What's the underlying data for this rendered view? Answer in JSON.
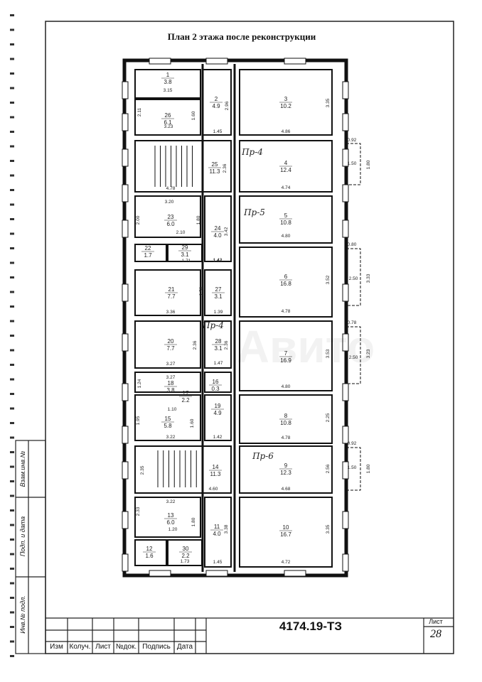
{
  "title": "План 2 этажа после реконструкции",
  "document_code": "4174.19-ТЗ",
  "sheet": {
    "label": "Лист",
    "number": "28"
  },
  "stamp_headers": [
    "Изм",
    "Колуч.",
    "Лист",
    "№док.",
    "Подпись",
    "Дата"
  ],
  "side_labels": [
    "Инв.№ подл.",
    "Подп. и дата",
    "Взам.инв.№"
  ],
  "watermark": "Авито",
  "rooms": [
    {
      "num": "1",
      "area": "3.8"
    },
    {
      "num": "2",
      "area": "4.9"
    },
    {
      "num": "3",
      "area": "10.2"
    },
    {
      "num": "4",
      "area": "12.4"
    },
    {
      "num": "5",
      "area": "10.8"
    },
    {
      "num": "6",
      "area": "16.8"
    },
    {
      "num": "7",
      "area": "16.9"
    },
    {
      "num": "8",
      "area": "10.8"
    },
    {
      "num": "9",
      "area": "12.3"
    },
    {
      "num": "10",
      "area": "16.7"
    },
    {
      "num": "11",
      "area": "4.0"
    },
    {
      "num": "12",
      "area": "1.6"
    },
    {
      "num": "13",
      "area": "6.0"
    },
    {
      "num": "14",
      "area": "11.3"
    },
    {
      "num": "15",
      "area": "5.8"
    },
    {
      "num": "16",
      "area": "0.3"
    },
    {
      "num": "17",
      "area": "2.2"
    },
    {
      "num": "18",
      "area": "3.8"
    },
    {
      "num": "19",
      "area": "4.9"
    },
    {
      "num": "20",
      "area": "7.7"
    },
    {
      "num": "21",
      "area": "7.7"
    },
    {
      "num": "22",
      "area": "1.7"
    },
    {
      "num": "23",
      "area": "6.0"
    },
    {
      "num": "24",
      "area": "4.0"
    },
    {
      "num": "25",
      "area": "11.3"
    },
    {
      "num": "26",
      "area": "6.1"
    },
    {
      "num": "27",
      "area": "3.1"
    },
    {
      "num": "28",
      "area": "3.1"
    },
    {
      "num": "29",
      "area": "3.1"
    },
    {
      "num": "30",
      "area": "2.2"
    }
  ],
  "dimensions": [
    "3.15",
    "3.23",
    "1.45",
    "4.86",
    "4.78",
    "4.74",
    "3.20",
    "2.10",
    "4.80",
    "1.42",
    "1.71",
    "1.44",
    "4.78",
    "3.36",
    "1.39",
    "3.27",
    "1.47",
    "4.80",
    "3.27",
    "1.10",
    "3.22",
    "1.42",
    "4.78",
    "4.60",
    "4.68",
    "3.22",
    "1.20",
    "1.73",
    "1.45",
    "4.72",
    "2.11",
    "1.60",
    "3.35",
    "2.36",
    "2.96",
    "2.00",
    "1.80",
    "3.42",
    "3.52",
    "2.58",
    "2.36",
    "2.36",
    "3.53",
    "1.24",
    "1.95",
    "1.60",
    "2.25",
    "2.35",
    "2.56",
    "2.33",
    "1.80",
    "3.38",
    "3.35",
    "0.92",
    "1.80",
    "0.80",
    "3.33",
    "0.78",
    "3.23",
    "0.92",
    "1.80",
    "1.50",
    "2.50",
    "2.50",
    "1.50"
  ],
  "annotations": [
    "Пр-4",
    "Пр-5",
    "Пр-4",
    "Пр-6"
  ]
}
